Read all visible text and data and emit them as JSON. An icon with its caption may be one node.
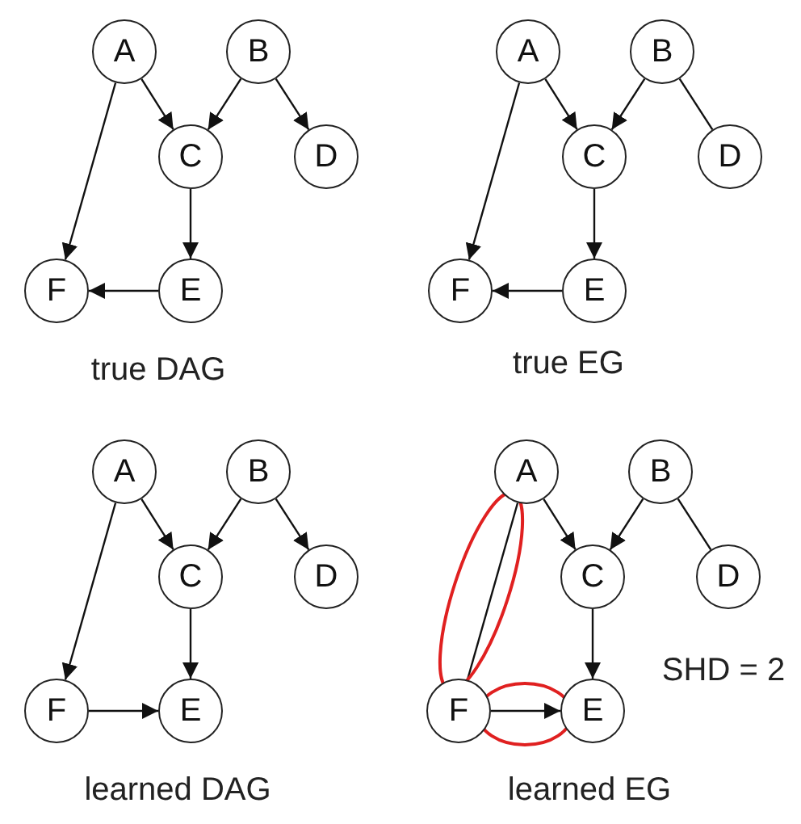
{
  "diagram": {
    "nodes": [
      {
        "text": [
          "A"
        ]
      },
      {
        "text": [
          "B"
        ]
      },
      {
        "text": [
          "C"
        ]
      },
      {
        "text": [
          "D"
        ]
      },
      {
        "text": [
          "F"
        ]
      },
      {
        "text": [
          "E"
        ]
      },
      {
        "text": [
          "A"
        ]
      },
      {
        "text": [
          "B"
        ]
      },
      {
        "text": [
          "C"
        ]
      },
      {
        "text": [
          "D"
        ]
      },
      {
        "text": [
          "F"
        ]
      },
      {
        "text": [
          "E"
        ]
      },
      {
        "text": [
          "A"
        ]
      },
      {
        "text": [
          "B"
        ]
      },
      {
        "text": [
          "C"
        ]
      },
      {
        "text": [
          "D"
        ]
      },
      {
        "text": [
          "F"
        ]
      },
      {
        "text": [
          "E"
        ]
      },
      {
        "text": [
          "A"
        ]
      },
      {
        "text": [
          "B"
        ]
      },
      {
        "text": [
          "C"
        ]
      },
      {
        "text": [
          "D"
        ]
      },
      {
        "text": [
          "F"
        ]
      },
      {
        "text": [
          "E"
        ]
      }
    ],
    "edges": [
      {
        "from": 0,
        "to": 2,
        "arrow": "to"
      },
      {
        "from": 1,
        "to": 2,
        "arrow": "to"
      },
      {
        "from": 1,
        "to": 3,
        "arrow": "to"
      },
      {
        "from": 0,
        "to": 4,
        "arrow": "to"
      },
      {
        "from": 2,
        "to": 5,
        "arrow": "to"
      },
      {
        "from": 5,
        "to": 4,
        "arrow": "to"
      },
      {
        "from": 6,
        "to": 8,
        "arrow": "to"
      },
      {
        "from": 7,
        "to": 8,
        "arrow": "to"
      },
      {
        "from": 7,
        "to": 9,
        "arrow": "none"
      },
      {
        "from": 6,
        "to": 10,
        "arrow": "to"
      },
      {
        "from": 8,
        "to": 11,
        "arrow": "to"
      },
      {
        "from": 11,
        "to": 10,
        "arrow": "to"
      },
      {
        "from": 12,
        "to": 14,
        "arrow": "to"
      },
      {
        "from": 13,
        "to": 14,
        "arrow": "to"
      },
      {
        "from": 13,
        "to": 15,
        "arrow": "to"
      },
      {
        "from": 12,
        "to": 16,
        "arrow": "to"
      },
      {
        "from": 14,
        "to": 17,
        "arrow": "to"
      },
      {
        "from": 16,
        "to": 17,
        "arrow": "to"
      },
      {
        "from": 18,
        "to": 20,
        "arrow": "to"
      },
      {
        "from": 19,
        "to": 20,
        "arrow": "to"
      },
      {
        "from": 19,
        "to": 21,
        "arrow": "none"
      },
      {
        "from": 18,
        "to": 22,
        "arrow": "none"
      },
      {
        "from": 20,
        "to": 23,
        "arrow": "to"
      },
      {
        "from": 22,
        "to": 23,
        "arrow": "to"
      }
    ],
    "labels": [
      "true DAG",
      "true EG",
      "SHD = 2",
      "learned DAG",
      "learned EG"
    ]
  }
}
